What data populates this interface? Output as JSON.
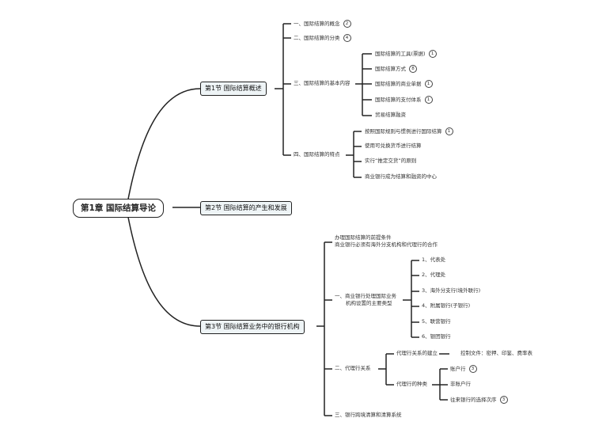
{
  "root": "第1章 国际结算导论",
  "sections": {
    "s1": {
      "title": "第1节 国际结算概述",
      "items": {
        "a": {
          "label": "一、国际结算的概念",
          "badge": "2"
        },
        "b": {
          "label": "二、国际结算的分类",
          "badge": "4"
        },
        "c": {
          "label": "三、国际结算的基本内容",
          "children": [
            {
              "label": "国际结算的工具(票据)",
              "badge": "1"
            },
            {
              "label": "国际结算方式",
              "badge": "8"
            },
            {
              "label": "国际结算的商业单据",
              "badge": "1"
            },
            {
              "label": "国际结算的支付体系",
              "badge": "1"
            },
            {
              "label": "贸易结算融资",
              "badge": ""
            }
          ]
        },
        "d": {
          "label": "四、国际结算的特点",
          "children": [
            {
              "label": "按照国际规则与惯例进行国际结算",
              "badge": "1"
            },
            {
              "label": "使用可兑换货币进行结算",
              "badge": ""
            },
            {
              "label": "实行“推定交货”的原则",
              "badge": ""
            },
            {
              "label": "商业银行成为结算和融资的中心",
              "badge": ""
            }
          ]
        }
      }
    },
    "s2": {
      "title": "第2节 国际结算的产生和发展"
    },
    "s3": {
      "title": "第3节 国际结算业务中的银行机构",
      "items": {
        "intro1": "办理国际结算的前提条件",
        "intro2": "商业银行必须有海外分支机构和代理行的合作",
        "a": {
          "label1": "一、商业银行处理国际业务",
          "label2": "机构设置的主要类型",
          "children": [
            "1、代表处",
            "2、代理处",
            "3、海外分支行(境外联行)",
            "4、附属银行(子银行)",
            "5、联营银行",
            "6、银团银行"
          ]
        },
        "b": {
          "label": "二、代理行关系",
          "establish": "代理行关系的建立",
          "control": "控制文件：密押、印鉴、费率表",
          "types": "代理行的种类",
          "type_children": [
            {
              "label": "账户行",
              "badge": "3"
            },
            {
              "label": "非账户行",
              "badge": ""
            },
            {
              "label": "往来银行的选择次序",
              "badge": "3"
            }
          ]
        },
        "c": {
          "label": "三、银行跨境清算和清算系统"
        }
      }
    }
  }
}
